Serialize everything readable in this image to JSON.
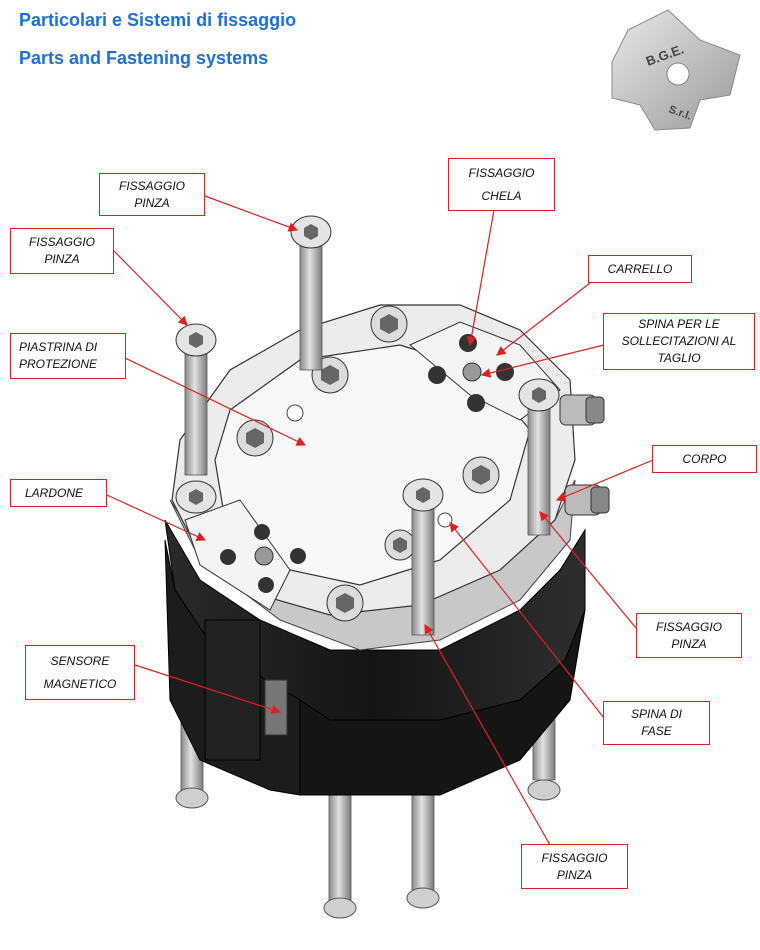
{
  "header": {
    "title_it": "Particolari e Sistemi di fissaggio",
    "title_en": "Parts and Fastening systems"
  },
  "logo": {
    "text": "B.G.E. S.r.l."
  },
  "labels": {
    "fissaggio_pinza_top": {
      "line1": "FISSAGGIO",
      "line2": "PINZA"
    },
    "fissaggio_pinza_left": {
      "line1": "FISSAGGIO",
      "line2": "PINZA"
    },
    "fissaggio_chela": {
      "line1": "FISSAGGIO",
      "line2": "CHELA"
    },
    "carrello": {
      "line1": "CARRELLO"
    },
    "spina_sollecitazioni": {
      "line1": "SPINA PER LE",
      "line2": "SOLLECITAZIONI AL",
      "line3": "TAGLIO"
    },
    "piastrina": {
      "line1": "PIASTRINA DI",
      "line2": "PROTEZIONE"
    },
    "corpo": {
      "line1": "CORPO"
    },
    "lardone": {
      "line1": "LARDONE"
    },
    "fissaggio_pinza_right": {
      "line1": "FISSAGGIO",
      "line2": "PINZA"
    },
    "sensore": {
      "line1": "SENSORE",
      "line2": "MAGNETICO"
    },
    "spina_fase": {
      "line1": "SPINA DI",
      "line2": "FASE"
    },
    "fissaggio_pinza_bottom": {
      "line1": "FISSAGGIO",
      "line2": "PINZA"
    }
  },
  "colors": {
    "title": "#1f6fd8",
    "leader": "#e02020",
    "body": "#1a1a1a",
    "plate": "#f2f2f2"
  }
}
